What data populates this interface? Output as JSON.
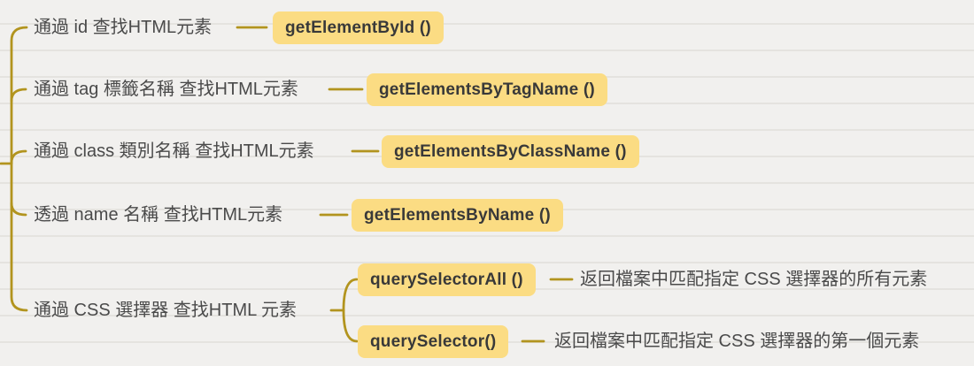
{
  "canvas": {
    "background_color": "#f1f0ee",
    "connector_color": "#b2941e",
    "chip_background_color": "#fbdc83",
    "chip_text_color": "#393939",
    "label_text_color": "#4a4a4a"
  },
  "branches": [
    {
      "label": "通過 id 查找HTML元素",
      "method": "getElementById ()"
    },
    {
      "label": "通過 tag 標籤名稱 查找HTML元素",
      "method": "getElementsByTagName ()"
    },
    {
      "label": "通過 class 類別名稱 查找HTML元素",
      "method": "getElementsByClassName ()"
    },
    {
      "label": "透過 name 名稱 查找HTML元素",
      "method": "getElementsByName ()"
    },
    {
      "label": "通過 CSS 選擇器 查找HTML 元素",
      "children": [
        {
          "method": "querySelectorAll ()",
          "description": "返回檔案中匹配指定 CSS 選擇器的所有元素"
        },
        {
          "method": "querySelector()",
          "description": "返回檔案中匹配指定 CSS 選擇器的第一個元素"
        }
      ]
    }
  ]
}
